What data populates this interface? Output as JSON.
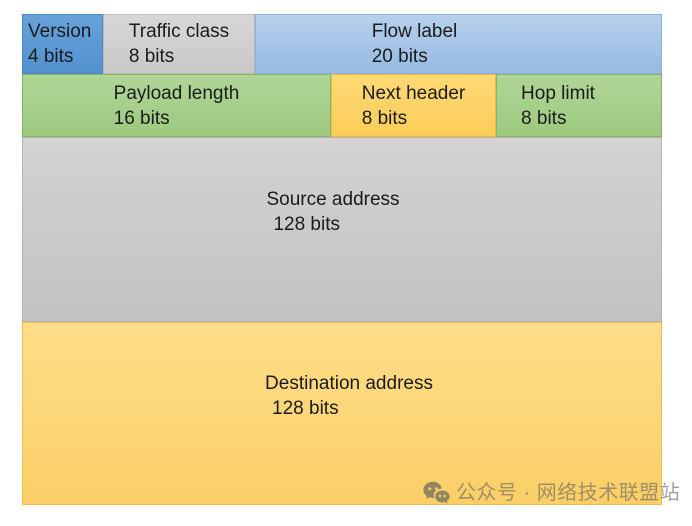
{
  "fields": {
    "version": {
      "label": "Version",
      "bits": "4 bits"
    },
    "traffic_class": {
      "label": "Traffic class",
      "bits": "8 bits"
    },
    "flow_label": {
      "label": "Flow label",
      "bits": "20 bits"
    },
    "payload_length": {
      "label": "Payload length",
      "bits": "16 bits"
    },
    "next_header": {
      "label": "Next header",
      "bits": "8 bits"
    },
    "hop_limit": {
      "label": "Hop limit",
      "bits": "8 bits"
    },
    "source_address": {
      "label": "Source address",
      "bits": "128 bits"
    },
    "destination_address": {
      "label": "Destination address",
      "bits": "128 bits"
    }
  },
  "colors": {
    "version_fill": "#5b9bd5",
    "flow_label_fill": "#a5c3e8",
    "traffic_class_fill": "#d0cece",
    "green_fill": "#a9d18e",
    "orange_fill": "#ffd966",
    "destination_fill": "#fcd97d",
    "source_fill": "#cccaca",
    "text": "#1b1b1b",
    "watermark_text": "#8f8f89"
  },
  "watermark": {
    "icon": "wechat-icon",
    "text": "公众号 · 网络技术联盟站"
  }
}
